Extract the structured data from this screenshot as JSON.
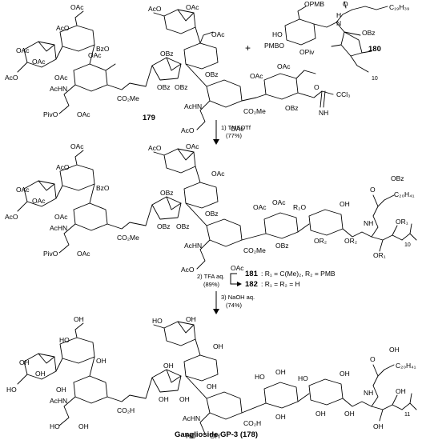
{
  "compounds": {
    "donor": "179",
    "acceptor": "180",
    "coupled": "181",
    "deprotected": "182",
    "final_name": "Ganglioside GP-3 (178)"
  },
  "plus": "+",
  "steps": {
    "step1": {
      "reagent": "1) TMSOTf",
      "yield": "(77%)"
    },
    "step2": {
      "reagent": "2) TFA aq.",
      "yield": "(89%)"
    },
    "step3": {
      "reagent": "3) NaOH aq.",
      "yield": "(74%)"
    }
  },
  "definitions": {
    "d181": ": R₁ = C(Me)₂, R₂ = PMB",
    "d182": ": R₁ = R₂ = H"
  },
  "groups": {
    "OAc": "OAc",
    "AcO": "AcO",
    "BzO": "BzO",
    "OBz": "OBz",
    "AcHN": "AcHN",
    "PivO": "PivO",
    "CO2Me": "CO₂Me",
    "CO2H": "CO₂H",
    "OPMB": "OPMB",
    "PMBO": "PMBO",
    "HO": "HO",
    "OPiv": "OPiv",
    "H": "H",
    "N": "N",
    "O": "O",
    "OH": "OH",
    "NH": "NH",
    "CCl3": "CCl₃",
    "C19H39": "C₁₉H₃₉",
    "C20H41": "C₂₀H₄₁",
    "n10": "10",
    "n11": "11",
    "OR1": "OR₁",
    "R2O": "R₂O",
    "OR2": "OR₂",
    "OR2b": "OR₂"
  }
}
